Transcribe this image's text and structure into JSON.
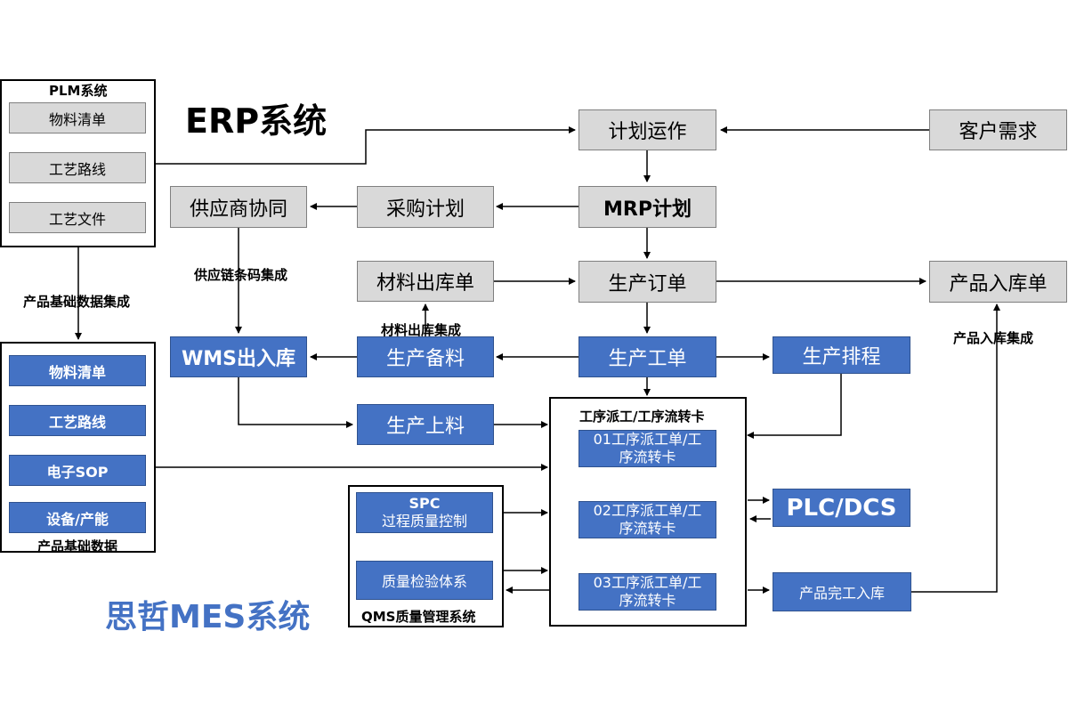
{
  "titles": {
    "erp": "ERP系统",
    "mes": "思哲MES系统"
  },
  "plm": {
    "title": "PLM系统",
    "items": [
      "物料清单",
      "工艺路线",
      "工艺文件"
    ]
  },
  "base": {
    "title": "产品基础数据",
    "items": [
      "物料清单",
      "工艺路线",
      "电子SOP",
      "设备/产能"
    ]
  },
  "erp_nodes": {
    "plan": "计划运作",
    "customer": "客户需求",
    "mrp": "MRP计划",
    "purchase": "采购计划",
    "supplier": "供应商协同",
    "material_out": "材料出库单",
    "prod_order": "生产订单",
    "product_in": "产品入库单"
  },
  "mes_nodes": {
    "wms": "WMS出入库",
    "prep": "生产备料",
    "work_order": "生产工单",
    "schedule": "生产排程",
    "feed": "生产上料",
    "plc": "PLC/DCS",
    "finish_in": "产品完工入库"
  },
  "dispatch": {
    "title": "工序派工/工序流转卡",
    "cards": [
      {
        "line1": "01工序派工单/工",
        "line2": "序流转卡"
      },
      {
        "line1": "02工序派工单/工",
        "line2": "序流转卡"
      },
      {
        "line1": "03工序派工单/工",
        "line2": "序流转卡"
      }
    ]
  },
  "qms": {
    "title": "QMS质量管理系统",
    "spc_line1": "SPC",
    "spc_line2": "过程质量控制",
    "inspection": "质量检验体系"
  },
  "labels": {
    "product_base_integration": "产品基础数据集成",
    "supply_barcode": "供应链条码集成",
    "material_out_integration": "材料出库集成",
    "product_in_integration": "产品入库集成"
  }
}
